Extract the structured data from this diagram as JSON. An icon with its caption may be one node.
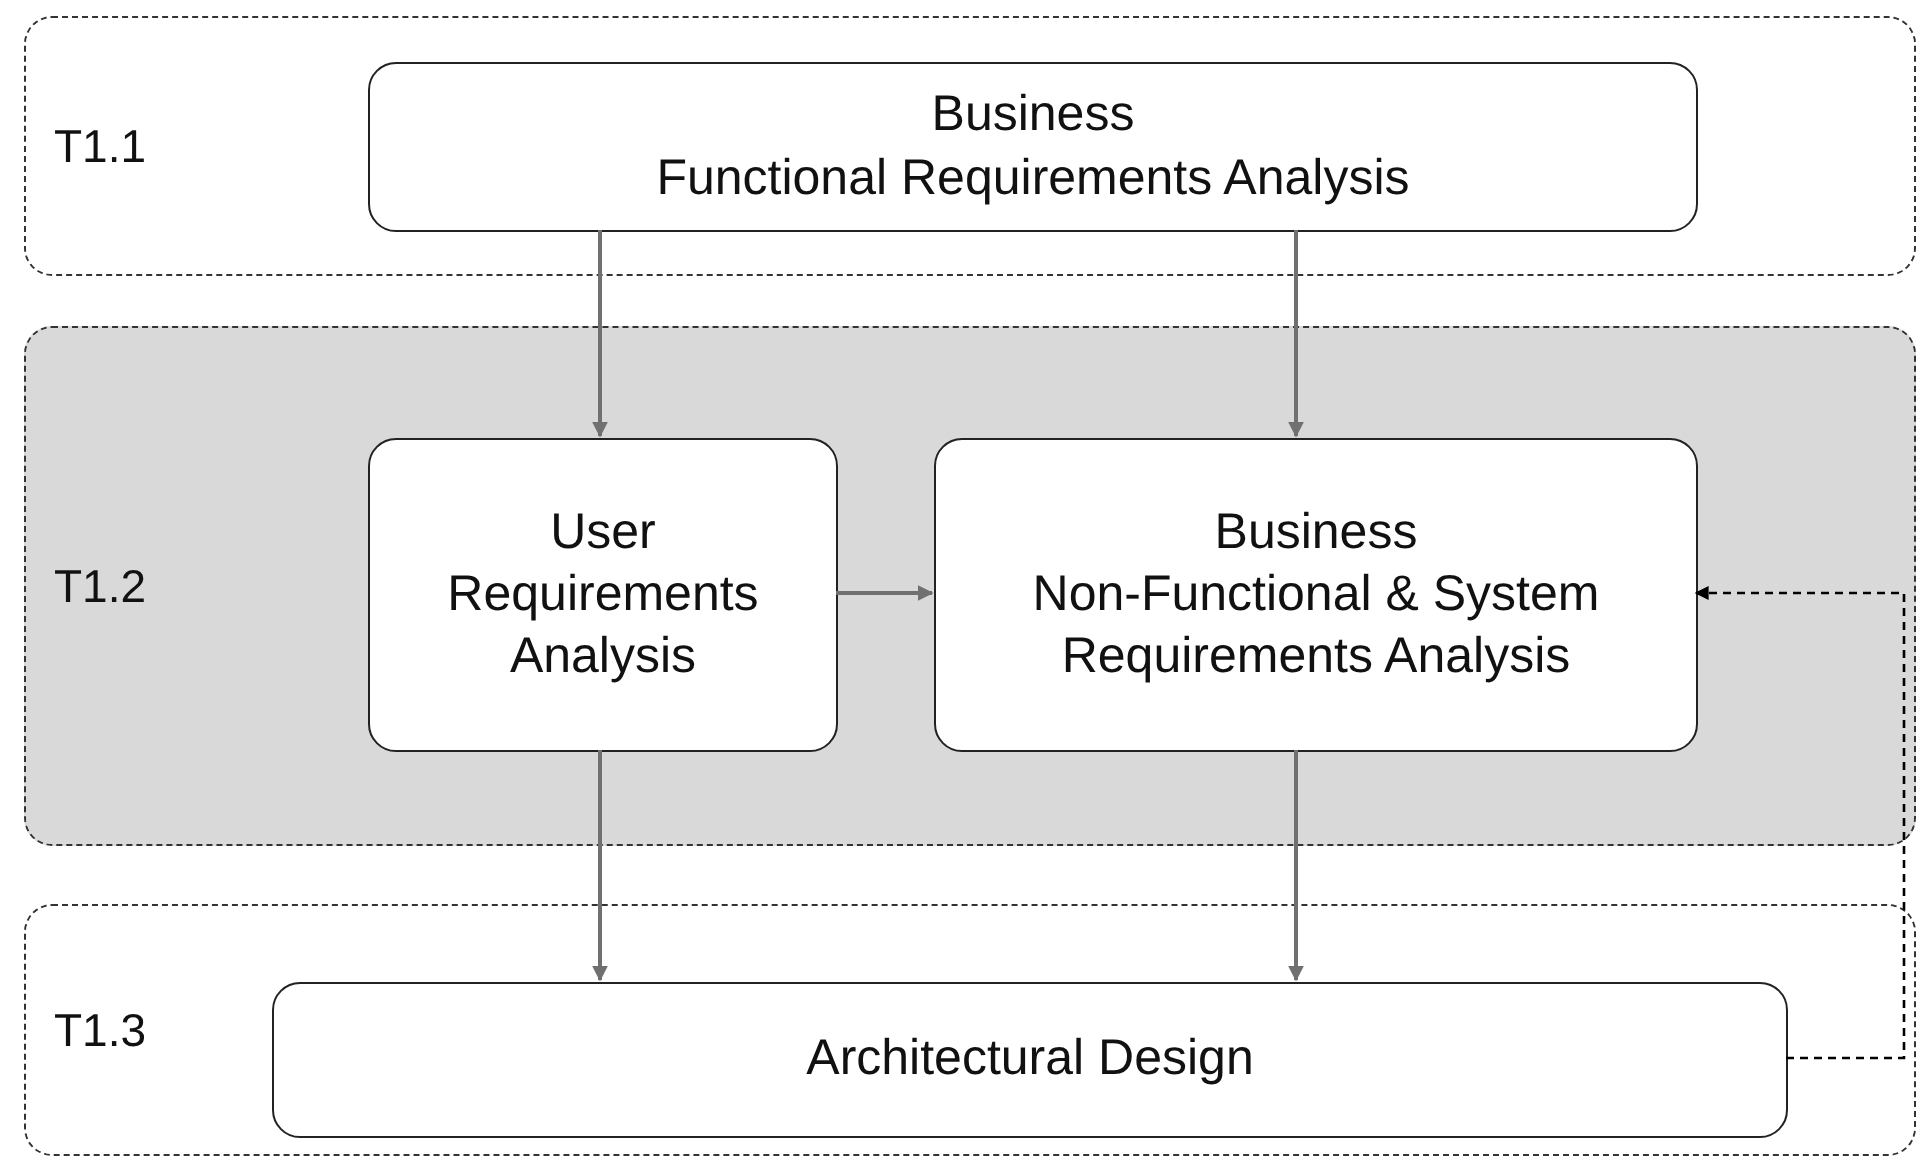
{
  "diagram": {
    "nodes": [
      {
        "text": [
          "T1.1"
        ]
      },
      {
        "text": [
          "Business",
          "Functional Requirements Analysis"
        ],
        "in": 0
      },
      {
        "text": [
          "T1.2"
        ]
      },
      {
        "text": [
          "User Requirements Analysis"
        ],
        "in": 2
      },
      {
        "text": [
          "Business",
          "Non-Functional & System Requirements Analysis"
        ],
        "in": 2
      },
      {
        "text": [
          "T1.3"
        ]
      },
      {
        "text": [
          "Architectural Design"
        ],
        "in": 5
      }
    ],
    "edges": [
      {
        "from": 1,
        "to": 3,
        "arrow": "to"
      },
      {
        "from": 1,
        "to": 4,
        "arrow": "to"
      },
      {
        "from": 3,
        "to": 4,
        "arrow": "to"
      },
      {
        "from": 3,
        "to": 6,
        "arrow": "to"
      },
      {
        "from": 4,
        "to": 6,
        "arrow": "to"
      },
      {
        "from": 6,
        "to": 4,
        "arrow": "to",
        "style": "dashed",
        "color": "#000000"
      }
    ]
  }
}
